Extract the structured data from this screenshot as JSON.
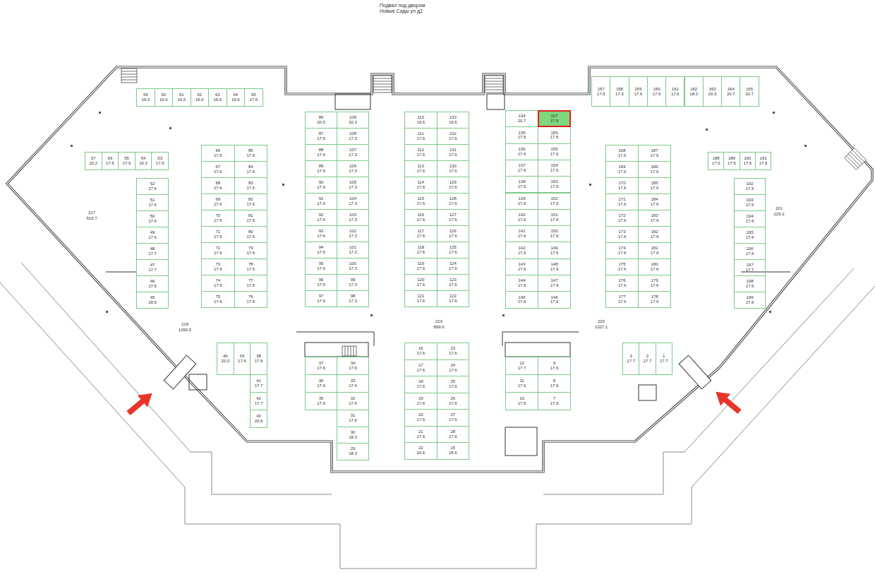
{
  "diagram": {
    "title": "Подвал под двором Новые Сады ул д2",
    "nodes": [
      {
        "text": [
          "59",
          "16.0"
        ]
      },
      {
        "text": [
          "60",
          "16.6"
        ]
      },
      {
        "text": [
          "61",
          "16.6"
        ]
      },
      {
        "text": [
          "62",
          "16.6"
        ]
      },
      {
        "text": [
          "63",
          "16.6"
        ]
      },
      {
        "text": [
          "64",
          "16.6"
        ]
      },
      {
        "text": [
          "65",
          "17.6"
        ]
      },
      {
        "text": [
          "57",
          "20.2"
        ]
      },
      {
        "text": [
          "56",
          "17.6"
        ]
      },
      {
        "text": [
          "55",
          "17.6"
        ]
      },
      {
        "text": [
          "54",
          "16.3"
        ]
      },
      {
        "text": [
          "53",
          "17.6"
        ]
      },
      {
        "text": [
          "52",
          "17.6"
        ]
      },
      {
        "text": [
          "51",
          "17.6"
        ]
      },
      {
        "text": [
          "50",
          "17.6"
        ]
      },
      {
        "text": [
          "49",
          "17.6"
        ]
      },
      {
        "text": [
          "48",
          "17.7"
        ]
      },
      {
        "text": [
          "47",
          "17.7"
        ]
      },
      {
        "text": [
          "46",
          "17.6"
        ]
      },
      {
        "text": [
          "45",
          "18.6"
        ]
      },
      {
        "text": [
          "66",
          "17.6"
        ]
      },
      {
        "text": [
          "67",
          "17.6"
        ]
      },
      {
        "text": [
          "68",
          "17.6"
        ]
      },
      {
        "text": [
          "69",
          "17.6"
        ]
      },
      {
        "text": [
          "70",
          "17.6"
        ]
      },
      {
        "text": [
          "71",
          "17.6"
        ]
      },
      {
        "text": [
          "72",
          "17.6"
        ]
      },
      {
        "text": [
          "73",
          "17.6"
        ]
      },
      {
        "text": [
          "74",
          "17.6"
        ]
      },
      {
        "text": [
          "75",
          "17.6"
        ]
      },
      {
        "text": [
          "85",
          "17.6"
        ]
      },
      {
        "text": [
          "84",
          "17.6"
        ]
      },
      {
        "text": [
          "83",
          "17.6"
        ]
      },
      {
        "text": [
          "82",
          "17.6"
        ]
      },
      {
        "text": [
          "81",
          "17.6"
        ]
      },
      {
        "text": [
          "80",
          "17.6"
        ]
      },
      {
        "text": [
          "79",
          "17.6"
        ]
      },
      {
        "text": [
          "78",
          "17.6"
        ]
      },
      {
        "text": [
          "77",
          "17.6"
        ]
      },
      {
        "text": [
          "76",
          "17.6"
        ]
      },
      {
        "text": [
          "86",
          "20.5"
        ]
      },
      {
        "text": [
          "87",
          "17.6"
        ]
      },
      {
        "text": [
          "88",
          "17.6"
        ]
      },
      {
        "text": [
          "89",
          "17.6"
        ]
      },
      {
        "text": [
          "90",
          "17.6"
        ]
      },
      {
        "text": [
          "91",
          "17.6"
        ]
      },
      {
        "text": [
          "92",
          "17.6"
        ]
      },
      {
        "text": [
          "93",
          "17.6"
        ]
      },
      {
        "text": [
          "94",
          "17.6"
        ]
      },
      {
        "text": [
          "95",
          "17.6"
        ]
      },
      {
        "text": [
          "96",
          "17.6"
        ]
      },
      {
        "text": [
          "97",
          "17.6"
        ]
      },
      {
        "text": [
          "109",
          "20.3"
        ]
      },
      {
        "text": [
          "108",
          "17.3"
        ]
      },
      {
        "text": [
          "107",
          "17.3"
        ]
      },
      {
        "text": [
          "106",
          "17.3"
        ]
      },
      {
        "text": [
          "105",
          "17.3"
        ]
      },
      {
        "text": [
          "104",
          "17.3"
        ]
      },
      {
        "text": [
          "103",
          "17.3"
        ]
      },
      {
        "text": [
          "102",
          "17.3"
        ]
      },
      {
        "text": [
          "101",
          "17.3"
        ]
      },
      {
        "text": [
          "100",
          "17.3"
        ]
      },
      {
        "text": [
          "99",
          "17.3"
        ]
      },
      {
        "text": [
          "98",
          "17.3"
        ]
      },
      {
        "text": [
          "110",
          "19.6"
        ]
      },
      {
        "text": [
          "111",
          "17.6"
        ]
      },
      {
        "text": [
          "112",
          "17.6"
        ]
      },
      {
        "text": [
          "113",
          "17.6"
        ]
      },
      {
        "text": [
          "114",
          "17.6"
        ]
      },
      {
        "text": [
          "115",
          "17.6"
        ]
      },
      {
        "text": [
          "116",
          "17.6"
        ]
      },
      {
        "text": [
          "117",
          "17.6"
        ]
      },
      {
        "text": [
          "118",
          "17.6"
        ]
      },
      {
        "text": [
          "119",
          "17.6"
        ]
      },
      {
        "text": [
          "120",
          "17.6"
        ]
      },
      {
        "text": [
          "121",
          "17.6"
        ]
      },
      {
        "text": [
          "133",
          "19.6"
        ]
      },
      {
        "text": [
          "132",
          "17.6"
        ]
      },
      {
        "text": [
          "131",
          "17.6"
        ]
      },
      {
        "text": [
          "130",
          "17.6"
        ]
      },
      {
        "text": [
          "129",
          "17.6"
        ]
      },
      {
        "text": [
          "128",
          "17.6"
        ]
      },
      {
        "text": [
          "127",
          "17.6"
        ]
      },
      {
        "text": [
          "126",
          "17.6"
        ]
      },
      {
        "text": [
          "125",
          "17.6"
        ]
      },
      {
        "text": [
          "124",
          "17.6"
        ]
      },
      {
        "text": [
          "123",
          "17.6"
        ]
      },
      {
        "text": [
          "122",
          "17.6"
        ]
      },
      {
        "text": [
          "134",
          "20.7"
        ]
      },
      {
        "text": [
          "135",
          "17.6"
        ]
      },
      {
        "text": [
          "136",
          "17.6"
        ]
      },
      {
        "text": [
          "137",
          "17.6"
        ]
      },
      {
        "text": [
          "138",
          "17.6"
        ]
      },
      {
        "text": [
          "139",
          "17.6"
        ]
      },
      {
        "text": [
          "140",
          "17.6"
        ]
      },
      {
        "text": [
          "141",
          "17.6"
        ]
      },
      {
        "text": [
          "142",
          "17.6"
        ]
      },
      {
        "text": [
          "143",
          "17.6"
        ]
      },
      {
        "text": [
          "144",
          "17.6"
        ]
      },
      {
        "text": [
          "145",
          "17.6"
        ]
      },
      {
        "text": [
          "107",
          "17.5"
        ]
      },
      {
        "text": [
          "156",
          "17.6"
        ]
      },
      {
        "text": [
          "155",
          "17.6"
        ]
      },
      {
        "text": [
          "154",
          "17.6"
        ]
      },
      {
        "text": [
          "153",
          "17.6"
        ]
      },
      {
        "text": [
          "152",
          "17.6"
        ]
      },
      {
        "text": [
          "151",
          "17.6"
        ]
      },
      {
        "text": [
          "150",
          "17.6"
        ]
      },
      {
        "text": [
          "149",
          "17.6"
        ]
      },
      {
        "text": [
          "148",
          "17.6"
        ]
      },
      {
        "text": [
          "147",
          "17.6"
        ]
      },
      {
        "text": [
          "146",
          "17.6"
        ]
      },
      {
        "text": [
          "168",
          "17.6"
        ]
      },
      {
        "text": [
          "169",
          "17.6"
        ]
      },
      {
        "text": [
          "170",
          "17.6"
        ]
      },
      {
        "text": [
          "171",
          "17.6"
        ]
      },
      {
        "text": [
          "172",
          "17.6"
        ]
      },
      {
        "text": [
          "173",
          "17.6"
        ]
      },
      {
        "text": [
          "174",
          "17.6"
        ]
      },
      {
        "text": [
          "175",
          "17.6"
        ]
      },
      {
        "text": [
          "176",
          "17.6"
        ]
      },
      {
        "text": [
          "177",
          "17.6"
        ]
      },
      {
        "text": [
          "187",
          "17.6"
        ]
      },
      {
        "text": [
          "186",
          "17.6"
        ]
      },
      {
        "text": [
          "185",
          "17.6"
        ]
      },
      {
        "text": [
          "184",
          "17.6"
        ]
      },
      {
        "text": [
          "183",
          "17.6"
        ]
      },
      {
        "text": [
          "182",
          "17.6"
        ]
      },
      {
        "text": [
          "181",
          "17.6"
        ]
      },
      {
        "text": [
          "180",
          "17.6"
        ]
      },
      {
        "text": [
          "179",
          "17.6"
        ]
      },
      {
        "text": [
          "178",
          "17.6"
        ]
      },
      {
        "text": [
          "157",
          "17.5"
        ]
      },
      {
        "text": [
          "158",
          "17.6"
        ]
      },
      {
        "text": [
          "159",
          "17.6"
        ]
      },
      {
        "text": [
          "160",
          "17.6"
        ]
      },
      {
        "text": [
          "161",
          "17.6"
        ]
      },
      {
        "text": [
          "162",
          "18.0"
        ]
      },
      {
        "text": [
          "163",
          "20.3"
        ]
      },
      {
        "text": [
          "164",
          "20.7"
        ]
      },
      {
        "text": [
          "165",
          "20.7"
        ]
      },
      {
        "text": [
          "188",
          "17.6"
        ]
      },
      {
        "text": [
          "189",
          "17.6"
        ]
      },
      {
        "text": [
          "190",
          "17.6"
        ]
      },
      {
        "text": [
          "191",
          "17.6"
        ]
      },
      {
        "text": [
          "192",
          "17.6"
        ]
      },
      {
        "text": [
          "193",
          "17.6"
        ]
      },
      {
        "text": [
          "194",
          "17.6"
        ]
      },
      {
        "text": [
          "195",
          "17.6"
        ]
      },
      {
        "text": [
          "196",
          "17.6"
        ]
      },
      {
        "text": [
          "197",
          "17.7"
        ]
      },
      {
        "text": [
          "198",
          "17.6"
        ]
      },
      {
        "text": [
          "199",
          "17.6"
        ]
      },
      {
        "text": [
          "40",
          "20.0"
        ]
      },
      {
        "text": [
          "39",
          "17.6"
        ]
      },
      {
        "text": [
          "38",
          "17.6"
        ]
      },
      {
        "text": [
          "41",
          "17.7"
        ]
      },
      {
        "text": [
          "42",
          "17.7"
        ]
      },
      {
        "text": [
          "43",
          "20.6"
        ]
      },
      {
        "text": [
          "37",
          "17.6"
        ]
      },
      {
        "text": [
          "36",
          "17.6"
        ]
      },
      {
        "text": [
          "35",
          "17.6"
        ]
      },
      {
        "text": [
          "34",
          "17.6"
        ]
      },
      {
        "text": [
          "33",
          "17.6"
        ]
      },
      {
        "text": [
          "32",
          "17.6"
        ]
      },
      {
        "text": [
          "31",
          "17.6"
        ]
      },
      {
        "text": [
          "30",
          "18.3"
        ]
      },
      {
        "text": [
          "29",
          "18.3"
        ]
      },
      {
        "text": [
          "16",
          "17.6"
        ]
      },
      {
        "text": [
          "17",
          "17.6"
        ]
      },
      {
        "text": [
          "18",
          "17.6"
        ]
      },
      {
        "text": [
          "19",
          "17.6"
        ]
      },
      {
        "text": [
          "20",
          "17.6"
        ]
      },
      {
        "text": [
          "21",
          "17.6"
        ]
      },
      {
        "text": [
          "22",
          "20.6"
        ]
      },
      {
        "text": [
          "23",
          "17.6"
        ]
      },
      {
        "text": [
          "24",
          "17.6"
        ]
      },
      {
        "text": [
          "25",
          "17.6"
        ]
      },
      {
        "text": [
          "26",
          "17.6"
        ]
      },
      {
        "text": [
          "27",
          "17.6"
        ]
      },
      {
        "text": [
          "28",
          "17.6"
        ]
      },
      {
        "text": [
          "15",
          "18.6"
        ]
      },
      {
        "text": [
          "12",
          "17.7"
        ]
      },
      {
        "text": [
          "11",
          "17.6"
        ]
      },
      {
        "text": [
          "10",
          "17.6"
        ]
      },
      {
        "text": [
          "9",
          "17.6"
        ]
      },
      {
        "text": [
          "8",
          "17.6"
        ]
      },
      {
        "text": [
          "7",
          "17.6"
        ]
      },
      {
        "text": [
          "3",
          "17.7"
        ]
      },
      {
        "text": [
          "2",
          "17.7"
        ]
      },
      {
        "text": [
          "1",
          "17.7"
        ]
      }
    ],
    "labels": [
      "217",
      "516.7",
      "218",
      "1093.5",
      "219",
      "899.6",
      "220",
      "1027.1",
      "201",
      "229.2"
    ]
  }
}
